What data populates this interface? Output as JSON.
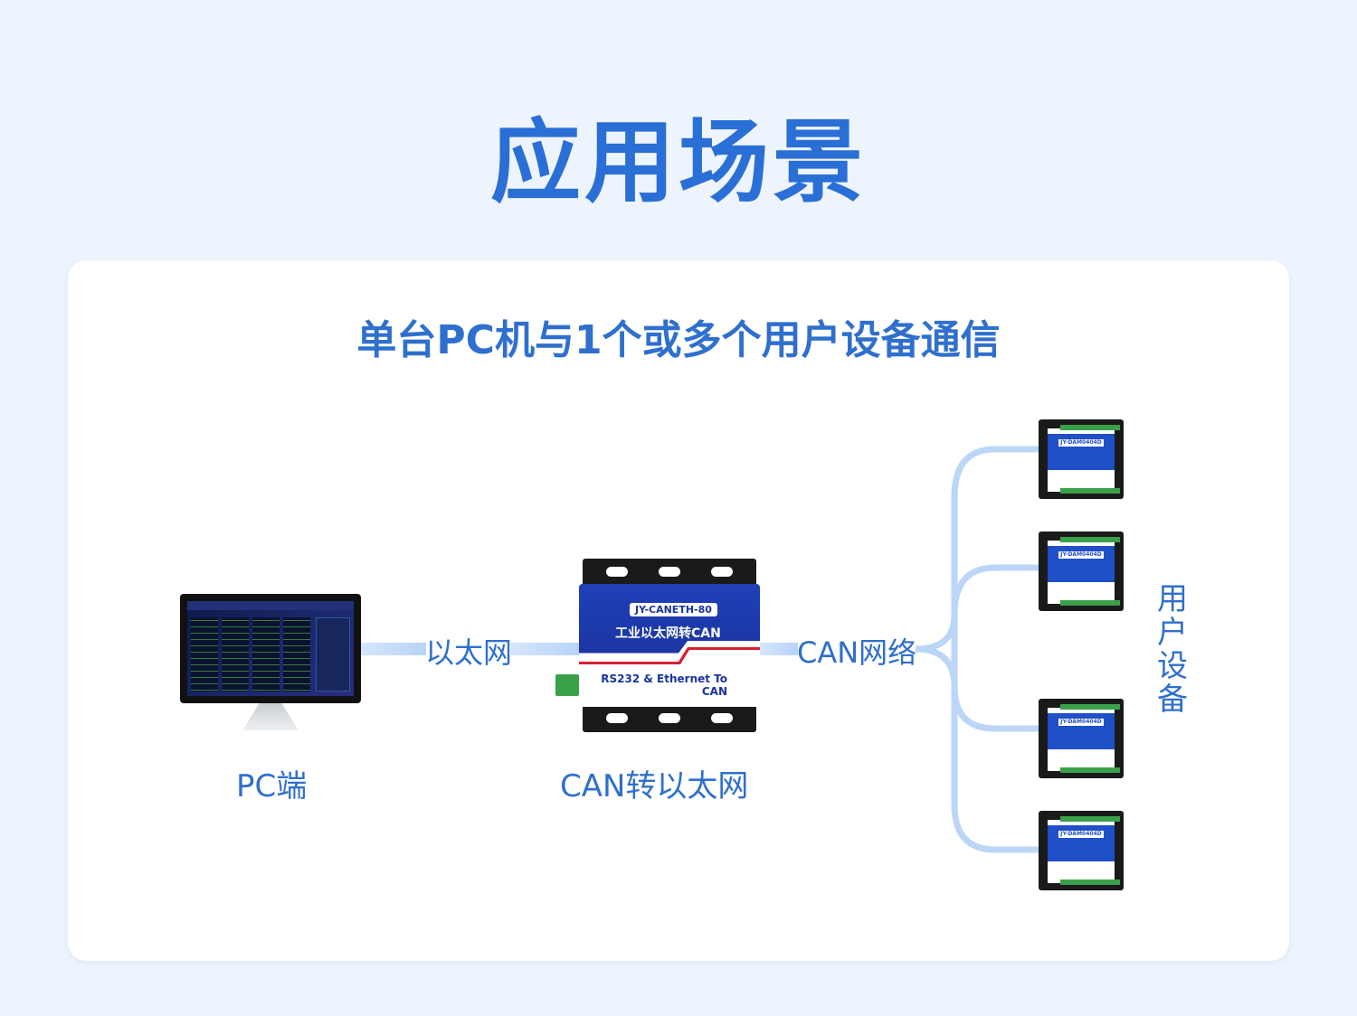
{
  "title": "应用场景",
  "subtitle": "单台PC机与1个或多个用户设备通信",
  "links": {
    "ethernet": "以太网",
    "can_network": "CAN网络"
  },
  "nodes": {
    "pc": {
      "label": "PC端"
    },
    "converter": {
      "label": "CAN转以太网",
      "model": "JY-CANETH-80",
      "name": "工业以太网转CAN",
      "desc_line1": "RS232 & Ethernet To",
      "desc_line2": "CAN"
    },
    "user_devices": {
      "label": "用户设备",
      "model": "JY-DAM0404D",
      "count": 4
    }
  },
  "colors": {
    "accent": "#2f6fce",
    "title": "#2a6fd6",
    "background": "#eef4fd",
    "line": "#b7d3f8"
  }
}
